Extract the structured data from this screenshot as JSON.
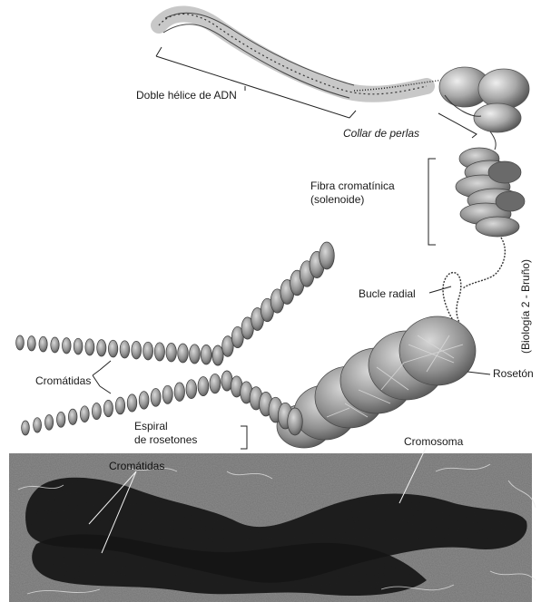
{
  "labels": {
    "dna": "Doble hélice de ADN",
    "beads": "Collar de perlas",
    "fiber_line1": "Fibra cromatínica",
    "fiber_line2": "(solenoide)",
    "loop": "Bucle radial",
    "rosette": "Rosetón",
    "chromatids": "Cromátidas",
    "spiral_line1": "Espiral",
    "spiral_line2": "de rosetones",
    "chromosome": "Cromosoma",
    "chromatids_photo": "Cromátidas"
  },
  "credit": "(Biología 2 - Bruño)",
  "colors": {
    "ink": "#1a1a1a",
    "shade": "#7a7a7a",
    "photo_bg": "#8e8e8e",
    "photo_dark": "#151515"
  }
}
